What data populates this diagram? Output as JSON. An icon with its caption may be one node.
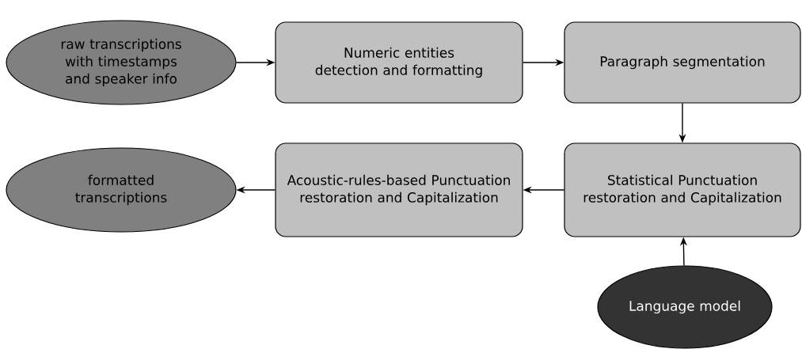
{
  "diagram": {
    "nodes": [
      {
        "text": [
          "raw transcriptions with timestamps and speaker info"
        ]
      },
      {
        "text": [
          "Numeric entities detection and formatting"
        ]
      },
      {
        "text": [
          "Paragraph segmentation"
        ]
      },
      {
        "text": [
          "Statistical Punctuation restoration and Capitalization"
        ]
      },
      {
        "text": [
          "Acoustic-rules-based Punctuation restoration and Capitalization"
        ]
      },
      {
        "text": [
          "formatted transcriptions"
        ]
      },
      {
        "text": [
          "Language model"
        ]
      }
    ],
    "edges": [
      {
        "from": 0,
        "to": 1,
        "arrow": "to"
      },
      {
        "from": 1,
        "to": 2,
        "arrow": "to"
      },
      {
        "from": 2,
        "to": 3,
        "arrow": "to"
      },
      {
        "from": 3,
        "to": 4,
        "arrow": "to"
      },
      {
        "from": 4,
        "to": 5,
        "arrow": "to"
      },
      {
        "from": 6,
        "to": 3,
        "arrow": "to"
      }
    ]
  }
}
